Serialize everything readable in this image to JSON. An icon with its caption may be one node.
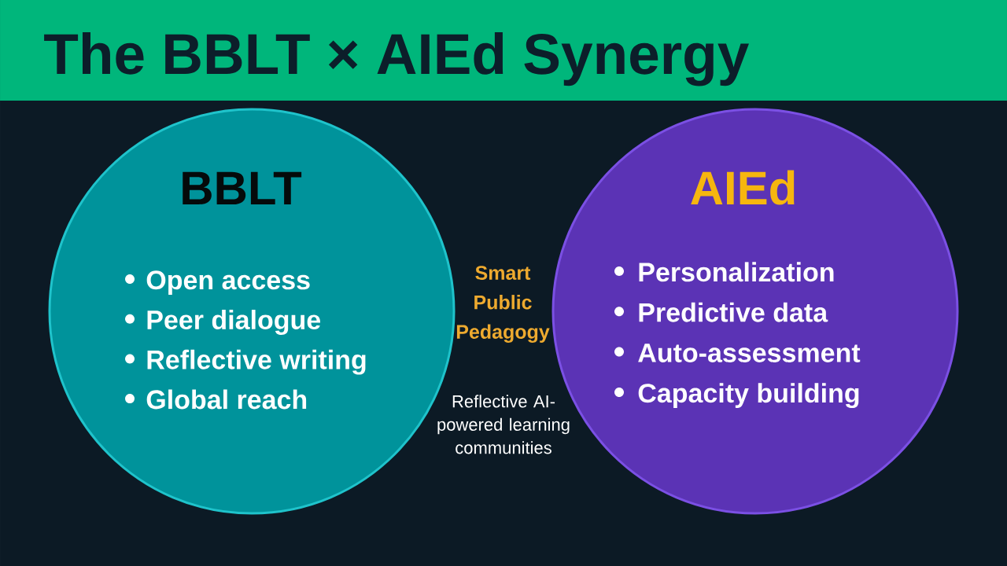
{
  "diagram": {
    "title": "The BBLT × AIEd Synergy",
    "nodes": [
      {
        "text": [
          "BBLT",
          "Open access",
          "Peer dialogue",
          "Reflective writing",
          "Global reach"
        ]
      },
      {
        "text": [
          "AIEd",
          "Personalization",
          "Predictive data",
          "Auto-assessment",
          "Capacity building"
        ]
      }
    ],
    "labels": [
      "Smart Public Pedagogy",
      "Reflective AI-powered learning communities"
    ]
  }
}
